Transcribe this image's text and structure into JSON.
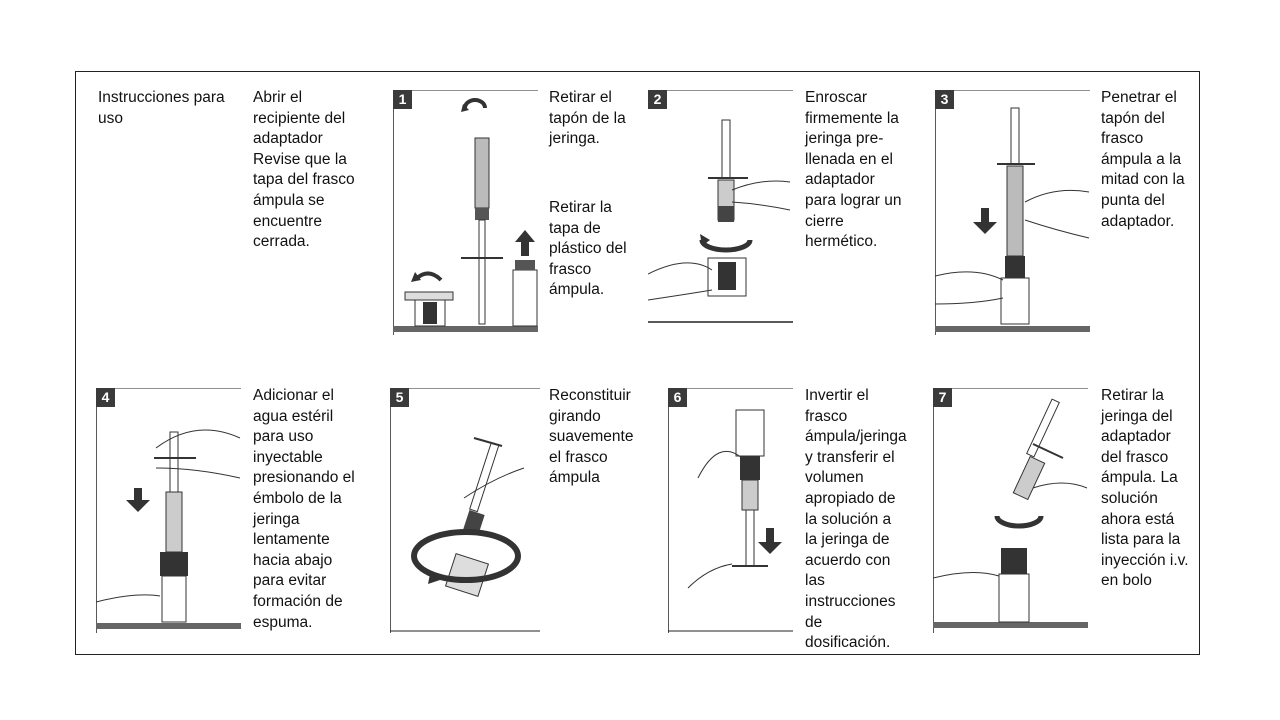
{
  "heading": "Instrucciones para\nuso",
  "intro": "Abrir el\nrecipiente del\nadaptador\nRevise que la\ntapa del frasco\námpula se\nencuentre\ncerrada.",
  "steps": [
    {
      "number": "1",
      "text": "Retirar el\ntapón  de la\njeringa.",
      "text2": "Retirar la\ntapa de\nplástico del\nfrasco\námpula."
    },
    {
      "number": "2",
      "text": "Enroscar\nfirmemente la\njeringa pre-\nllenada en el\nadaptador\npara lograr un\ncierre\nhermético."
    },
    {
      "number": "3",
      "text": "Penetrar el\ntapón del\nfrasco\námpula a la\nmitad con la\npunta del\nadaptador."
    },
    {
      "number": "4",
      "text": "Adicionar el\nagua estéril\npara uso\ninyectable\npresionando el\némbolo de la\njeringa\nlentamente\nhacia abajo\npara evitar\nformación de\nespuma."
    },
    {
      "number": "5",
      "text": "Reconstituir\ngirando\nsuavemente\nel frasco\námpula"
    },
    {
      "number": "6",
      "text": "Invertir el\nfrasco\námpula/jeringa\ny transferir el\nvolumen\napropiado de\nla solución a\nla jeringa de\nacuerdo con\nlas\ninstrucciones\nde\ndosificación."
    },
    {
      "number": "7",
      "text": "Retirar la\njeringa del\nadaptador\ndel frasco\námpula. La\nsolución\nahora está\nlista para la\ninyección i.v.\nen bolo"
    }
  ]
}
